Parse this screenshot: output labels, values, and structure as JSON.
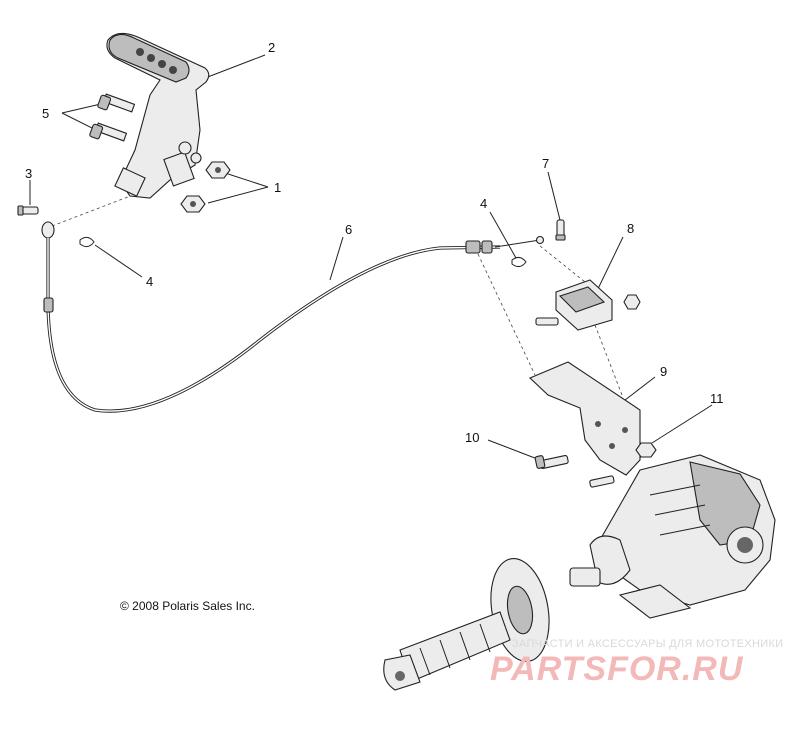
{
  "diagram": {
    "callouts": [
      {
        "id": "1",
        "label": "1"
      },
      {
        "id": "2",
        "label": "2"
      },
      {
        "id": "3",
        "label": "3"
      },
      {
        "id": "4a",
        "label": "4"
      },
      {
        "id": "4b",
        "label": "4"
      },
      {
        "id": "5",
        "label": "5"
      },
      {
        "id": "6",
        "label": "6"
      },
      {
        "id": "7",
        "label": "7"
      },
      {
        "id": "8",
        "label": "8"
      },
      {
        "id": "9",
        "label": "9"
      },
      {
        "id": "10",
        "label": "10"
      },
      {
        "id": "11",
        "label": "11"
      }
    ],
    "copyright": "© 2008 Polaris Sales Inc."
  },
  "watermark": {
    "tagline": "ЗАПЧАСТИ И АКСЕССУАРЫ ДЛЯ МОТОТЕХНИКИ",
    "brand": "PARTSFOR.RU"
  }
}
